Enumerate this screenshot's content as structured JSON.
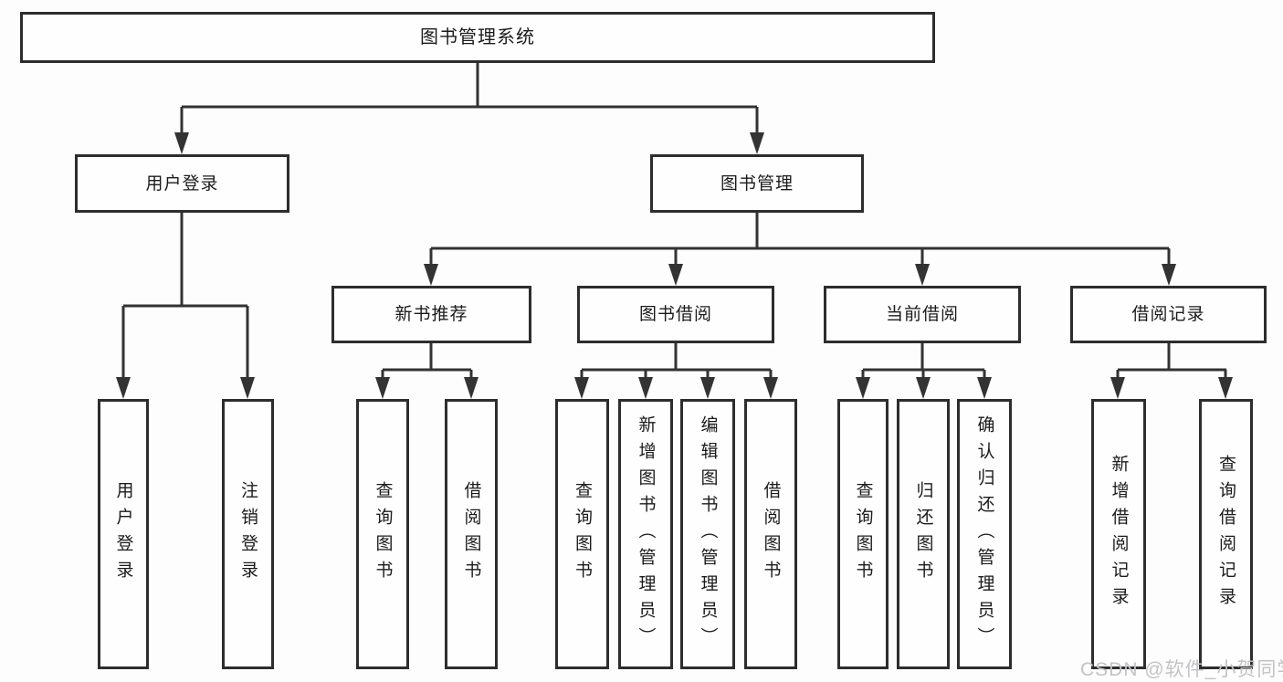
{
  "diagram": {
    "root": {
      "label": "图书管理系统"
    },
    "branches": [
      {
        "label": "用户登录",
        "children": [
          {
            "label": "用户登录"
          },
          {
            "label": "注销登录"
          }
        ]
      },
      {
        "label": "图书管理",
        "children": [
          {
            "label": "新书推荐",
            "children": [
              {
                "label": "查询图书"
              },
              {
                "label": "借阅图书"
              }
            ]
          },
          {
            "label": "图书借阅",
            "children": [
              {
                "label": "查询图书"
              },
              {
                "label": "新增图书（管理员）"
              },
              {
                "label": "编辑图书（管理员）"
              },
              {
                "label": "借阅图书"
              }
            ]
          },
          {
            "label": "当前借阅",
            "children": [
              {
                "label": "查询图书"
              },
              {
                "label": "归还图书"
              },
              {
                "label": "确认归还（管理员）"
              }
            ]
          },
          {
            "label": "借阅记录",
            "children": [
              {
                "label": "新增借阅记录"
              },
              {
                "label": "查询借阅记录"
              }
            ]
          }
        ]
      }
    ]
  },
  "watermark": "CSDN @软件_小贺同学",
  "colors": {
    "line": "#333333",
    "box_border": "#2d2d2d",
    "text": "#1b1b1b",
    "watermark": "#c3c3c6",
    "background": "#fdfdfd"
  }
}
